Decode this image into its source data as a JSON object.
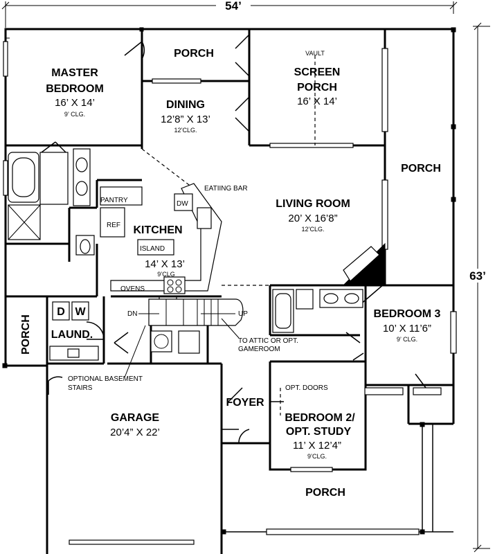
{
  "dimensions": {
    "width": "54’",
    "depth": "63’"
  },
  "rooms": {
    "master_bedroom": {
      "name_line1": "MASTER",
      "name_line2": "BEDROOM",
      "size": "16’ X 14’",
      "ceiling": "9’ CLG."
    },
    "porch_top": {
      "name": "PORCH"
    },
    "screen_porch": {
      "name_line1": "SCREEN",
      "name_line2": "PORCH",
      "size": "16’ X 14’",
      "note": "VAULT"
    },
    "dining": {
      "name": "DINING",
      "size": "12’8” X 13’",
      "ceiling": "12’CLG."
    },
    "porch_right": {
      "name": "PORCH"
    },
    "living_room": {
      "name": "LIVING ROOM",
      "size": "20’ X 16’8”",
      "ceiling": "12’CLG."
    },
    "kitchen": {
      "name": "KITCHEN",
      "size": "14’ X 13’",
      "ceiling": "9’CLG"
    },
    "bedroom3": {
      "name": "BEDROOM 3",
      "size": "10’ X 11’6”",
      "ceiling": "9’ CLG."
    },
    "porch_left": {
      "name": "PORCH"
    },
    "laundry": {
      "name": "LAUND."
    },
    "garage": {
      "name": "GARAGE",
      "size": "20’4” X 22’"
    },
    "foyer": {
      "name": "FOYER"
    },
    "bedroom2": {
      "name_line1": "BEDROOM 2/",
      "name_line2": "OPT. STUDY",
      "size": "11’ X 12’4”",
      "ceiling": "9’CLG."
    },
    "porch_bottom": {
      "name": "PORCH"
    }
  },
  "labels": {
    "eating_bar": "EATIING BAR",
    "dishwasher": "DW",
    "pantry": "PANTRY",
    "refrigerator": "REF",
    "island": "ISLAND",
    "ovens": "OVENS",
    "down": "DN",
    "up": "UP",
    "washer_d": "D",
    "washer_w": "W",
    "attic_line1": "TO ATTIC OR OPT.",
    "attic_line2": "GAMEROOM",
    "basement_line1": "OPTIONAL BASEMENT",
    "basement_line2": "STAIRS",
    "opt_doors": "OPT. DOORS"
  }
}
